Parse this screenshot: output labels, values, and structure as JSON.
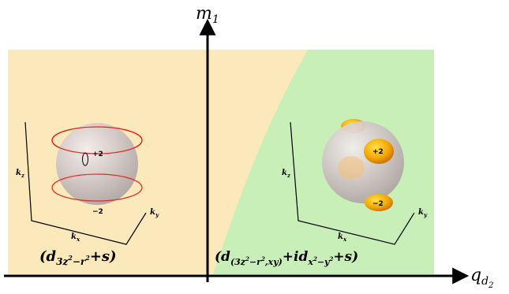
{
  "axes": {
    "y_label": "m",
    "y_sub": "1",
    "x_label": "q",
    "x_sub": "d",
    "x_subsub": "2"
  },
  "left_phase": {
    "label_main": "(d",
    "label_sub": "3z",
    "label_sup": "2",
    "label_sub2": "−r",
    "label_sup2": "2",
    "label_tail": "+s)",
    "axis_kz": "k",
    "axis_kz_sub": "z",
    "axis_kx": "k",
    "axis_kx_sub": "x",
    "axis_ky": "k",
    "axis_ky_sub": "y",
    "plus_label": "+2",
    "minus_label": "−2"
  },
  "right_phase": {
    "label_main": "(d",
    "label_sub": "(3z",
    "label_sub_sup": "2",
    "label_sub_mid": "−r",
    "label_sub_sup2": "2",
    "label_sub_tail": ",xy)",
    "label_mid": "+id",
    "label_sub3": "x",
    "label_sub3_sup": "2",
    "label_sub3_mid": "−y",
    "label_sub3_sup2": "2",
    "label_tail": "+s)",
    "axis_kz": "k",
    "axis_kz_sub": "z",
    "axis_kx": "k",
    "axis_kx_sub": "x",
    "axis_ky": "k",
    "axis_ky_sub": "y",
    "plus_label": "+2",
    "minus_label": "−2"
  },
  "colors": {
    "left_region": "#fbe9bb",
    "right_region": "#c8efb8",
    "sphere": "#c4b8b8",
    "node_ring": "#e0201a",
    "blob": "#f5a800"
  }
}
